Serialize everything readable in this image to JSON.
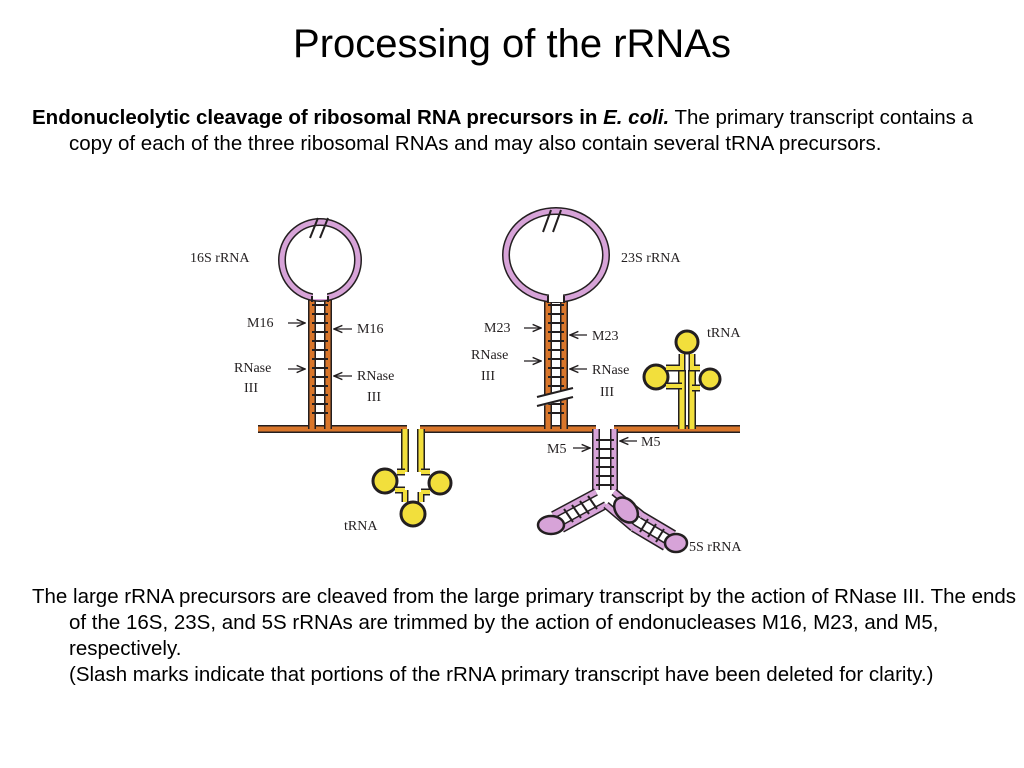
{
  "slide": {
    "title": "Processing of the rRNAs",
    "caption": {
      "bold_lead": "Endonucleolytic cleavage of ribosomal RNA precursors in ",
      "bold_italic": "E. coli.",
      "rest": " The primary transcript contains a copy of each of the three ribosomal RNAs and may also contain several tRNA precursors."
    },
    "explanation": {
      "main": "The large rRNA precursors are cleaved from the large primary transcript by the action of RNase III. The ends of the 16S, 23S, and 5S rRNAs are trimmed by the action of endonucleases M16, M23, and M5, respectively.",
      "note": "(Slash marks indicate that portions of the rRNA primary transcript have been deleted for clarity.)"
    }
  },
  "diagram": {
    "labels": {
      "rrna16s": "16S rRNA",
      "rrna23s": "23S rRNA",
      "rrna5s": "5S rRNA",
      "trna_right": "tRNA",
      "trna_bottom": "tRNA",
      "m16": "M16",
      "m23": "M23",
      "m5": "M5",
      "rnase": "RNase",
      "iii": "III"
    },
    "colors": {
      "transcript": "#d9762b",
      "rrna": "#d7a3d8",
      "trna": "#f2df3c",
      "outline": "#231f20"
    }
  }
}
